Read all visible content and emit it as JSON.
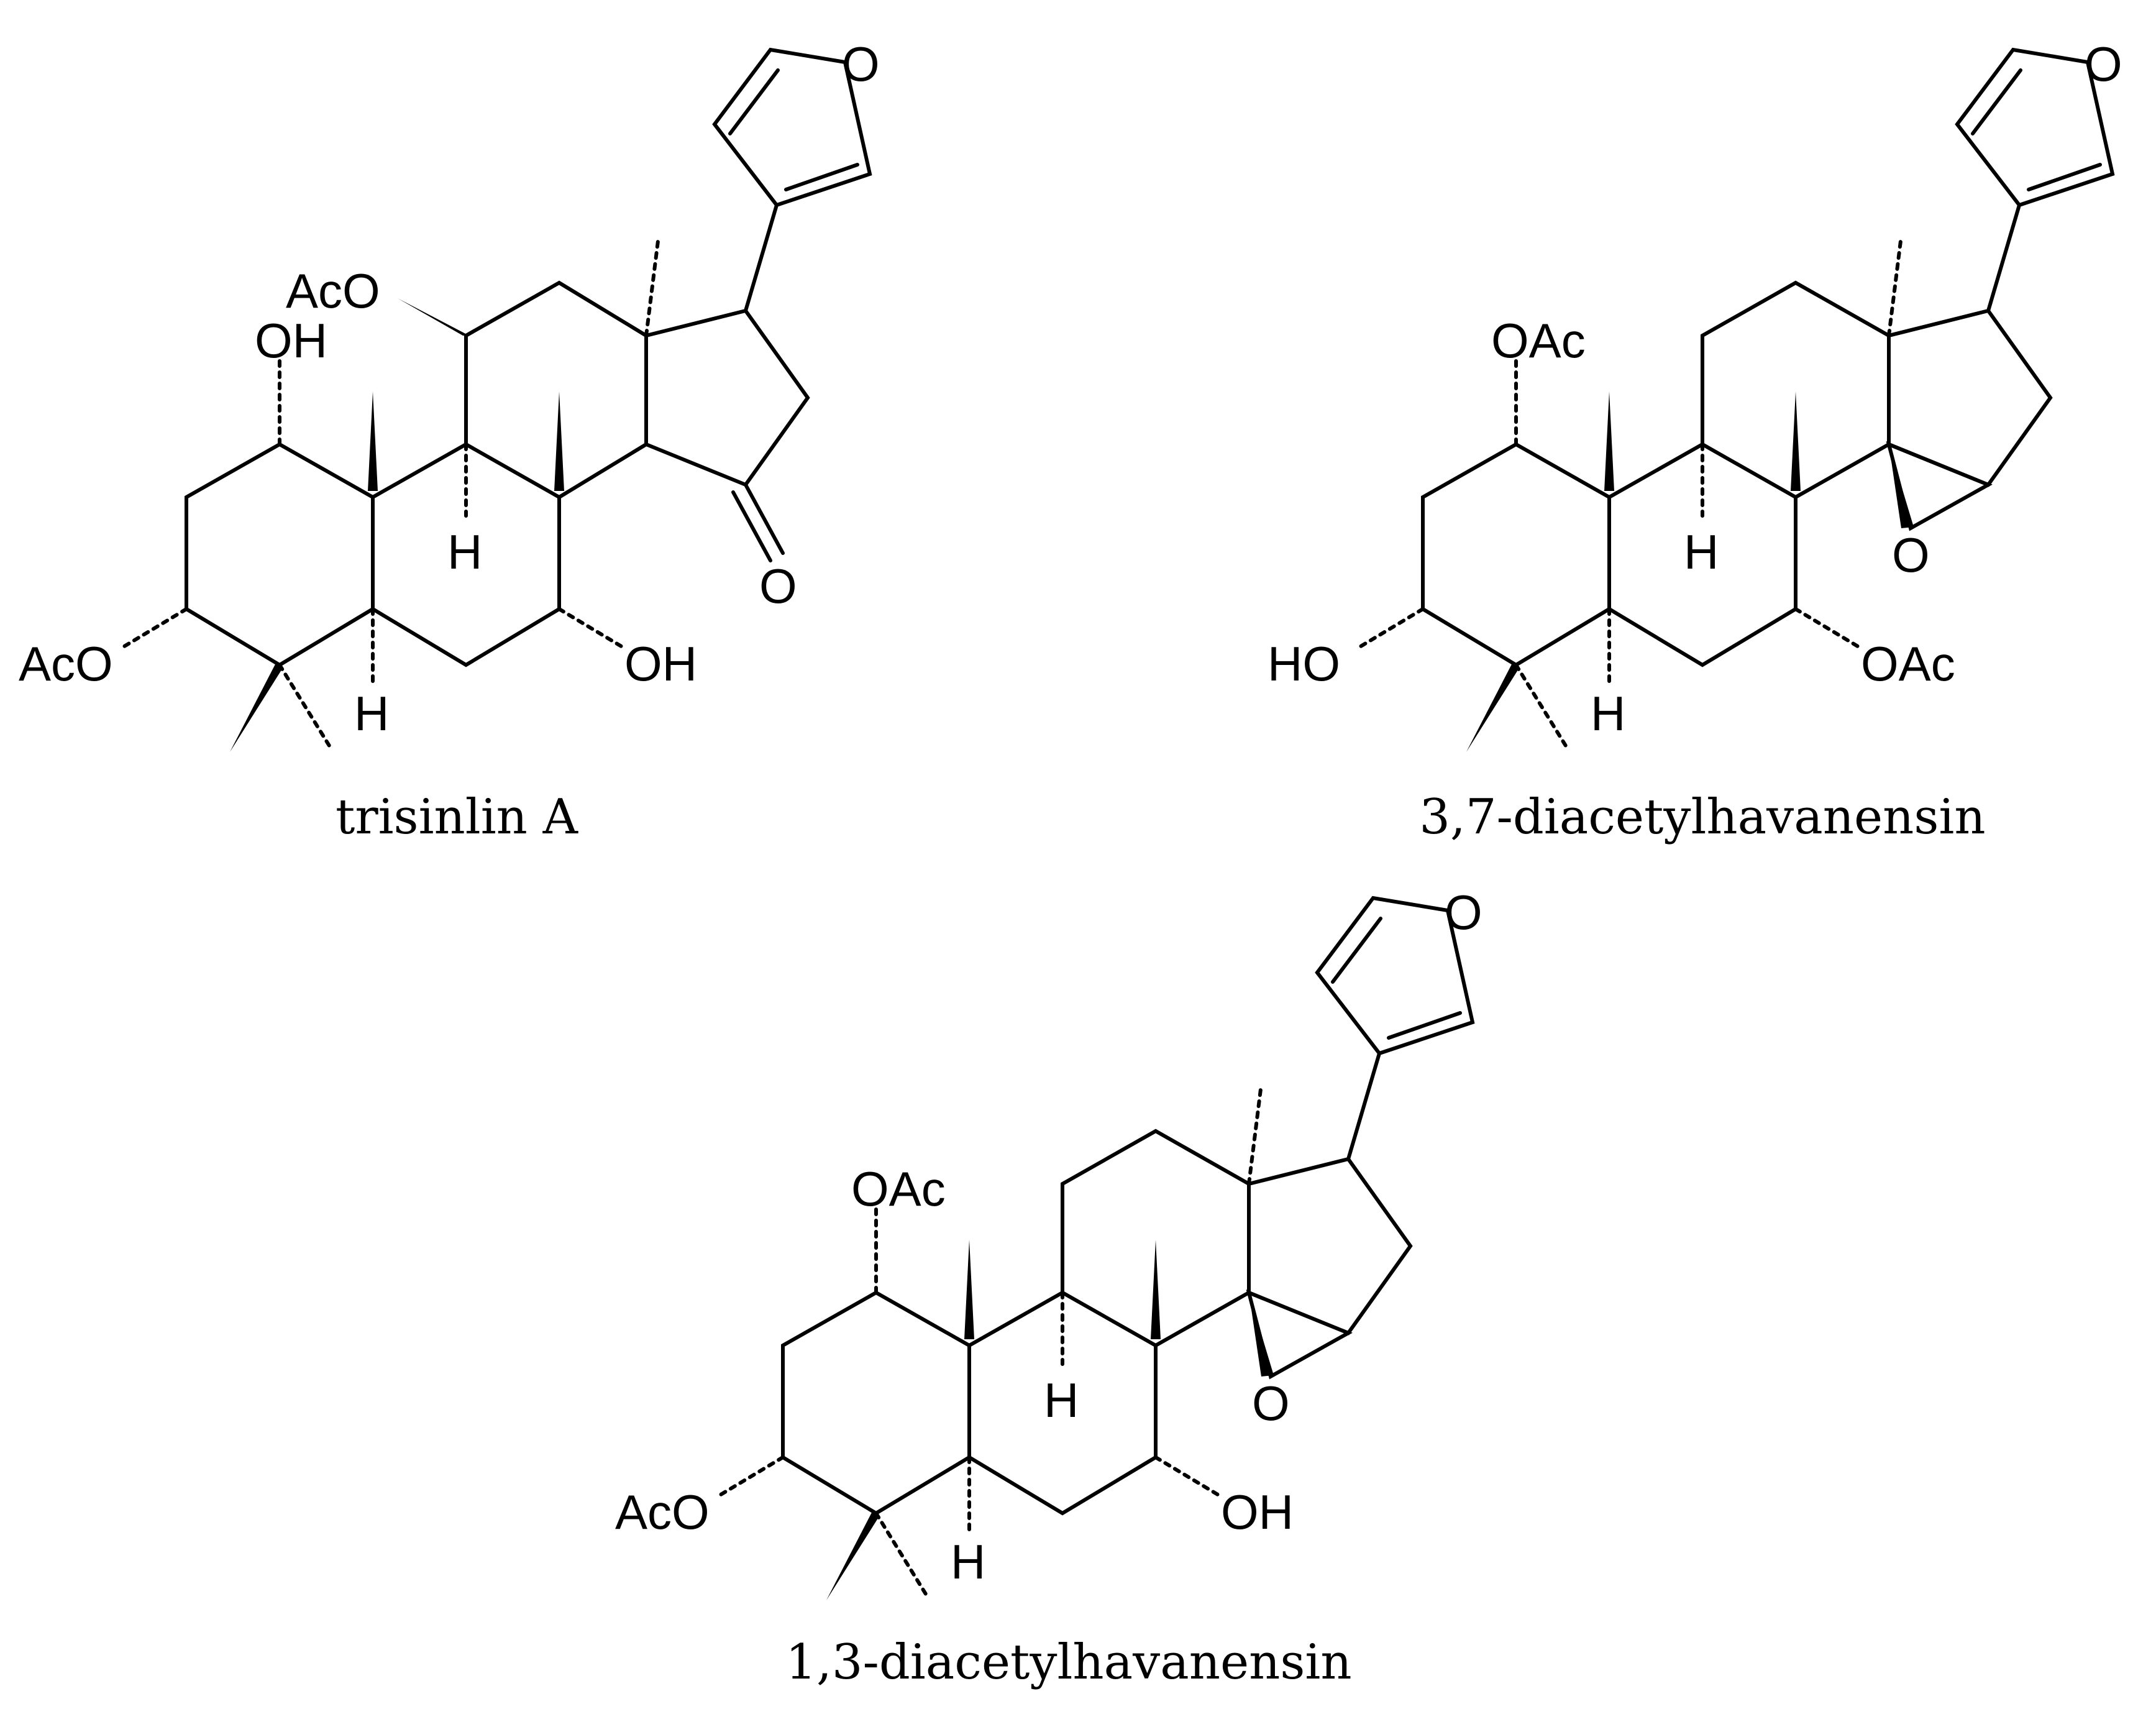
{
  "figure": {
    "compounds": [
      {
        "id": "trisinlin",
        "name": "trisinlin A",
        "labels": {
          "oac_top": "AcO",
          "oh_1": "OH",
          "h_9": "H",
          "h_5": "H",
          "ac_3": "AcO",
          "oh_7": "OH",
          "ketone_o": "O",
          "furan_o": "O"
        }
      },
      {
        "id": "diacetyl37",
        "name": "3,7-diacetylhavanensin",
        "labels": {
          "oac_1": "OAc",
          "h_9": "H",
          "h_5": "H",
          "ho_3": "HO",
          "oac_7": "OAc",
          "epoxide_o": "O",
          "furan_o": "O"
        }
      },
      {
        "id": "diacetyl13",
        "name": "1,3-diacetylhavanensin",
        "labels": {
          "oac_1": "OAc",
          "h_9": "H",
          "h_5": "H",
          "ac_3": "AcO",
          "oh_7": "OH",
          "epoxide_o": "O",
          "furan_o": "O"
        }
      }
    ]
  }
}
